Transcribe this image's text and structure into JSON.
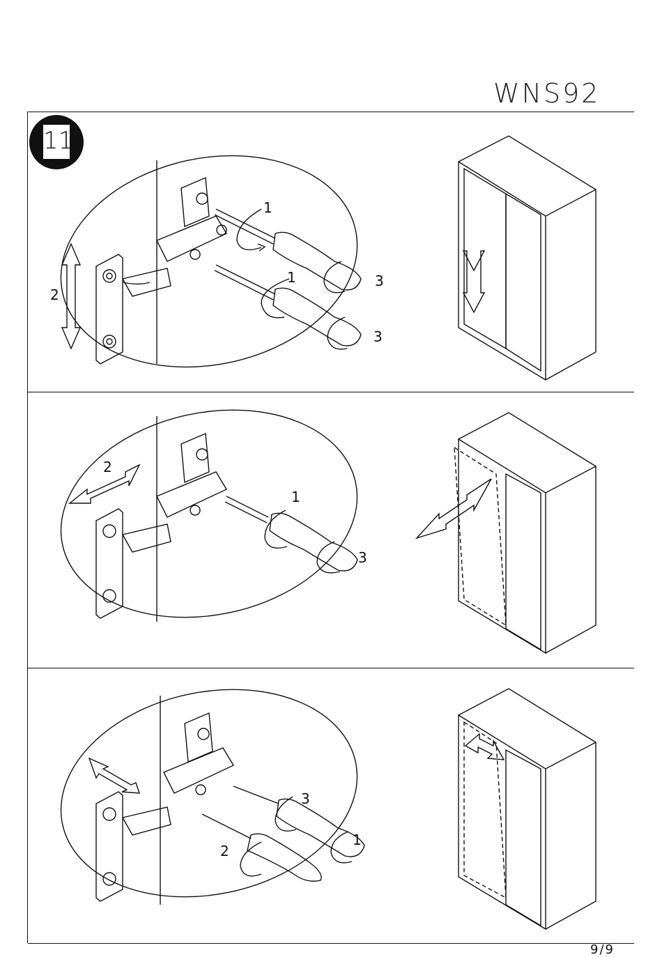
{
  "header": {
    "model": "WNS92"
  },
  "step": {
    "number": "11"
  },
  "panels": [
    {
      "labels": {
        "a": "1",
        "b": "1",
        "c": "2",
        "d": "3",
        "e": "3"
      }
    },
    {
      "labels": {
        "a": "2",
        "b": "1",
        "c": "3"
      }
    },
    {
      "labels": {
        "a": "3",
        "b": "2",
        "c": "1"
      }
    }
  ],
  "footer": {
    "page": "9/9"
  }
}
